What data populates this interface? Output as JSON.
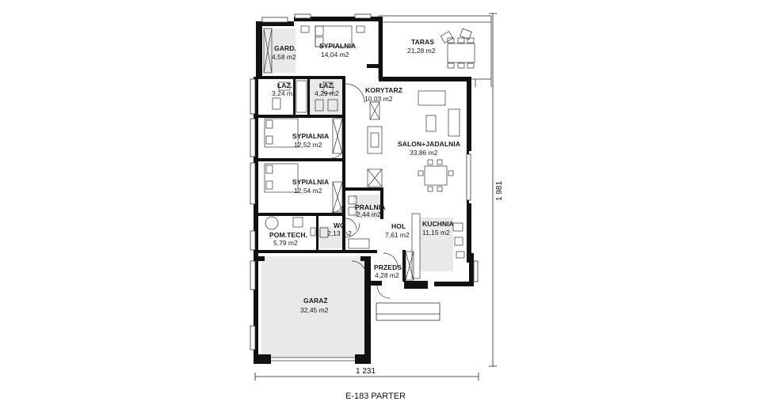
{
  "plan": {
    "rooms": [
      {
        "name": "GARD.",
        "area": "4,58 m2"
      },
      {
        "name": "SYPIALNIA",
        "area": "14,04 m2"
      },
      {
        "name": "TARAS",
        "area": "21,28 m2"
      },
      {
        "name": "ŁAZ.",
        "area": "3,24 m2"
      },
      {
        "name": "ŁAZ.",
        "area": "4,29 m2"
      },
      {
        "name": "KORYTARZ",
        "area": "10,03 m2"
      },
      {
        "name": "SALON+JADALNIA",
        "area": "33,86 m2"
      },
      {
        "name": "SYPIALNIA",
        "area": "12,52 m2"
      },
      {
        "name": "SYPIALNIA",
        "area": "12,54 m2"
      },
      {
        "name": "PRALNIA",
        "area": "2,44 m2"
      },
      {
        "name": "KUCHNIA",
        "area": "11,15 m2"
      },
      {
        "name": "HOL",
        "area": "7,61 m2"
      },
      {
        "name": "WC",
        "area": "2,13 m2"
      },
      {
        "name": "POM.TECH.",
        "area": "5,79 m2"
      },
      {
        "name": "PRZEDS.",
        "area": "4,28 m2"
      },
      {
        "name": "GARAŻ",
        "area": "32,45 m2"
      }
    ],
    "width_dim": "1 231",
    "height_dim": "1 981",
    "caption": "E-183 PARTER"
  }
}
